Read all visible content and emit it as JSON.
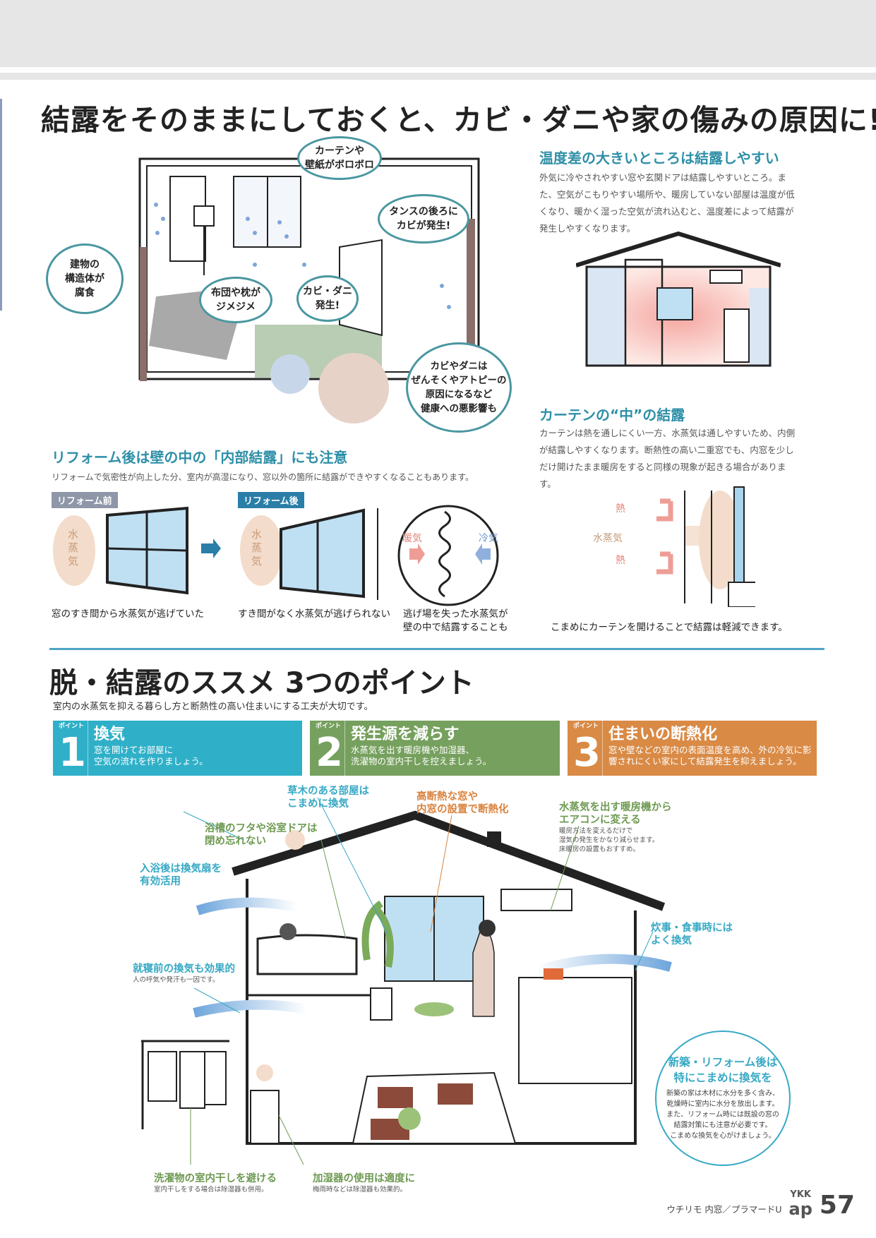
{
  "title": "結露をそのままにしておくと、カビ・ダニや家の傷みの原因に!",
  "illustration_bubbles": [
    "カーテンや\n壁紙がボロボロ",
    "タンスの後ろに\nカビが発生!",
    "建物の\n構造体が\n腐食",
    "布団や枕が\nジメジメ",
    "カビ・ダニ\n発生!",
    "カビやダニは\nぜんそくやアトピーの\n原因になるなど\n健康への悪影響も"
  ],
  "temp_diff": {
    "heading": "温度差の大きいところは結露しやすい",
    "body": "外気に冷やされやすい窓や玄関ドアは結露しやすいところ。また、空気がこもりやすい場所や、暖房していない部屋は温度が低くなり、暖かく湿った空気が流れ込むと、温度差によって結露が発生しやすくなります。"
  },
  "curtain": {
    "heading": "カーテンの“中”の結露",
    "body": "カーテンは熱を通しにくい一方、水蒸気は通しやすいため、内側が結露しやすくなります。断熱性の高い二重窓でも、内窓を少しだけ開けたまま暖房をすると同様の現象が起きる場合があります。",
    "heat": "熱",
    "vapor": "水蒸気",
    "caption": "こまめにカーテンを開けることで結露は軽減できます。"
  },
  "reform": {
    "heading": "リフォーム後は壁の中の「内部結露」にも注意",
    "body": "リフォームで気密性が向上した分、室内が高湿になり、窓以外の箇所に結露ができやすくなることもあります。",
    "before_tag": "リフォーム前",
    "after_tag": "リフォーム後",
    "vapor": "水\n蒸\n気",
    "warm": "暖気",
    "cold": "冷気",
    "captions": [
      "窓のすき間から水蒸気が逃げていた",
      "すき間がなく水蒸気が逃げられない",
      "逃げ場を失った水蒸気が\n壁の中で結露することも"
    ]
  },
  "section2": {
    "title": "脱・結露のススメ 3つのポイント",
    "subtitle": "室内の水蒸気を抑える暮らし方と断熱性の高い住まいにする工夫が大切です。"
  },
  "points": [
    {
      "kicker": "ポイント",
      "num": "1",
      "title": "換気",
      "desc": "窓を開けてお部屋に\n空気の流れを作りましょう。",
      "color": "#2fb0c8"
    },
    {
      "kicker": "ポイント",
      "num": "2",
      "title": "発生源を減らす",
      "desc": "水蒸気を出す暖房機や加湿器、\n洗濯物の室内干しを控えましょう。",
      "color": "#76a05e"
    },
    {
      "kicker": "ポイント",
      "num": "3",
      "title": "住まいの断熱化",
      "desc": "窓や壁などの室内の表面温度を高め、外の冷気に影\n響されにくい家にして結露発生を抑えましょう。",
      "color": "#d98a45"
    }
  ],
  "house_labels": {
    "plants": "草木のある部屋は\nこまめに換気",
    "windows": "高断熱な窓や\n内窓の設置で断熱化",
    "heater": "水蒸気を出す暖房機から\nエアコンに変える",
    "heater_note": "暖房方法を変えるだけで\n湿気の発生をかなり減らせます。\n床暖房の設置もおすすめ。",
    "bath_lid": "浴槽のフタや浴室ドアは\n閉め忘れない",
    "bath_fan": "入浴後は換気扇を\n有効活用",
    "cooking": "炊事・食事時には\nよく換気",
    "bedtime": "就寝前の換気も効果的",
    "bedtime_note": "人の呼気や発汗も一因です。",
    "laundry": "洗濯物の室内干しを避ける",
    "laundry_note": "室内干しをする場合は除湿器も併用。",
    "humidifier": "加湿器の使用は適度に",
    "humidifier_note": "梅雨時などは除湿器も効果的。"
  },
  "circle": {
    "title": "新築・リフォーム後は\n特にこまめに換気を",
    "body": "新築の家は木材に水分を多く含み、\n乾燥時に室内に水分を放出します。\nまた、リフォーム時には既設の窓の\n結露対策にも注意が必要です。\nこまめな換気を心がけましょう。"
  },
  "footer": {
    "product": "ウチリモ 内窓／プラマードU",
    "logo_top": "YKK",
    "logo_bottom": "ap",
    "page": "57"
  }
}
